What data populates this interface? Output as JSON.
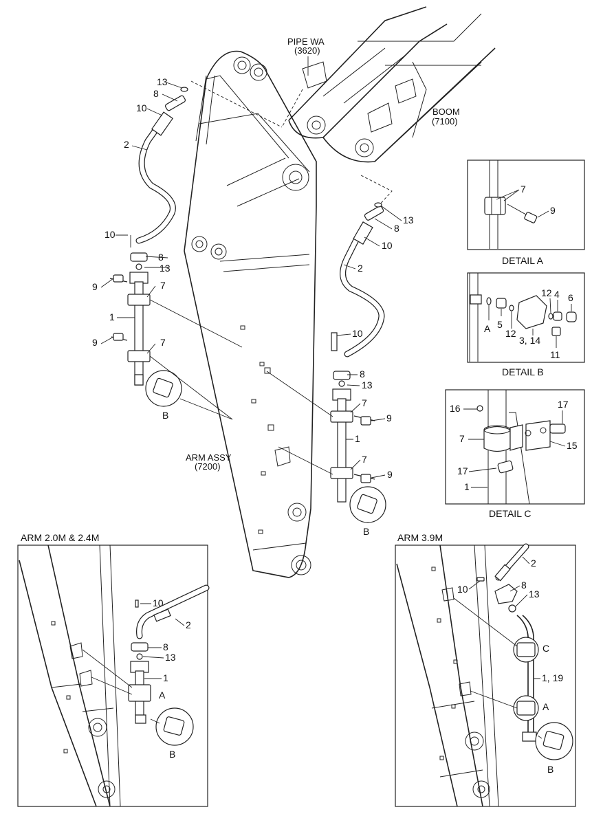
{
  "labels": {
    "pipe_wa": "PIPE WA",
    "pipe_wa_code": "(3620)",
    "boom": "BOOM",
    "boom_code": "(7100)",
    "arm_assy": "ARM ASSY",
    "arm_assy_code": "(7200)",
    "section_short": "ARM 2.0M & 2.4M",
    "section_long": "ARM 3.9M",
    "detail_a": "DETAIL A",
    "detail_b": "DETAIL B",
    "detail_c": "DETAIL C"
  },
  "callouts": {
    "main_left": [
      "13",
      "8",
      "10",
      "2",
      "10",
      "8",
      "13",
      "9",
      "7",
      "1",
      "9",
      "7",
      "B"
    ],
    "main_right": [
      "13",
      "8",
      "10",
      "2",
      "10",
      "8",
      "13",
      "7",
      "9",
      "1",
      "7",
      "9",
      "B"
    ],
    "detail_a": [
      "7",
      "9"
    ],
    "detail_b": [
      "12",
      "4",
      "6",
      "A",
      "5",
      "12",
      "3, 14",
      "11"
    ],
    "detail_c": [
      "16",
      "17",
      "7",
      "15",
      "17",
      "1"
    ],
    "short_arm": [
      "10",
      "2",
      "8",
      "13",
      "1",
      "A",
      "B"
    ],
    "long_arm": [
      "2",
      "10",
      "8",
      "13",
      "C",
      "1, 19",
      "A",
      "B"
    ]
  }
}
